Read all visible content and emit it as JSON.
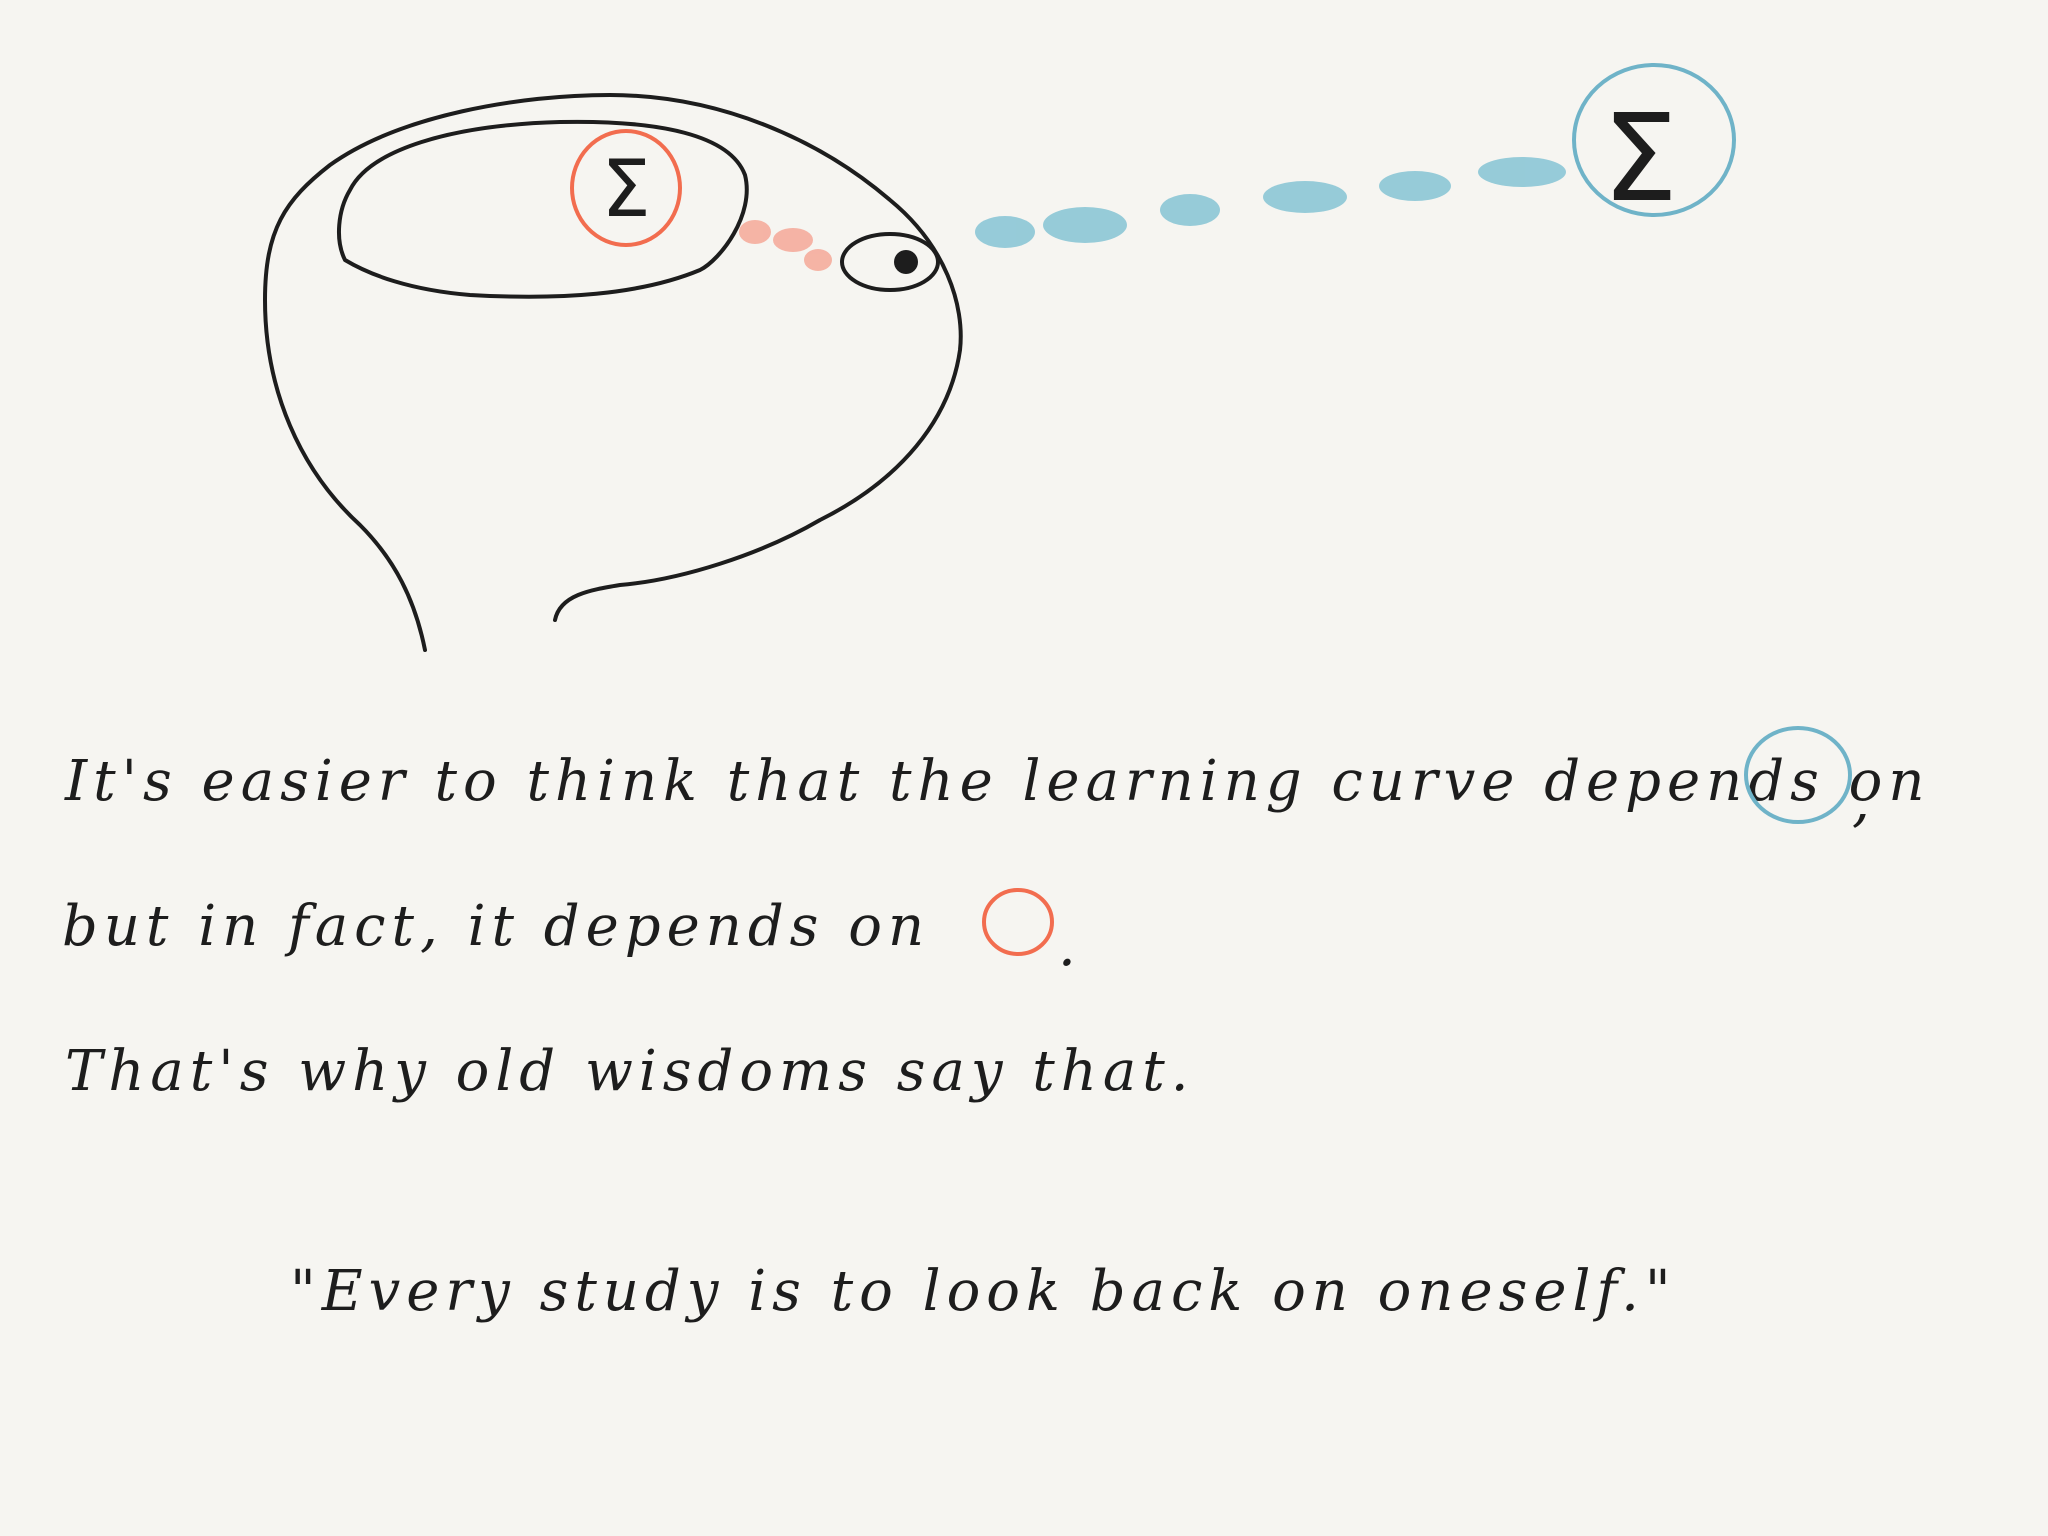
{
  "colors": {
    "background": "#f6f5f1",
    "ink": "#1d1d1d",
    "inner_accent": "#f26d4f",
    "outer_accent": "#6fb3c8",
    "inner_dash": "#f5a898",
    "outer_dash": "#8cc7d6"
  },
  "figure": {
    "inner_symbol": "Σ",
    "outer_symbol": "Σ",
    "icons": [
      "head-outline-icon",
      "brain-outline-icon",
      "eye-icon"
    ]
  },
  "text": {
    "line1_before_circle": "It's easier to think that the learning curve depends on",
    "line1_after_circle": ",",
    "line2_before_circle": "but in fact, it depends on",
    "line2_after_circle": ".",
    "line3": "That's why old wisdoms say that.",
    "quote": "\"Every study is to look back on oneself.\""
  }
}
